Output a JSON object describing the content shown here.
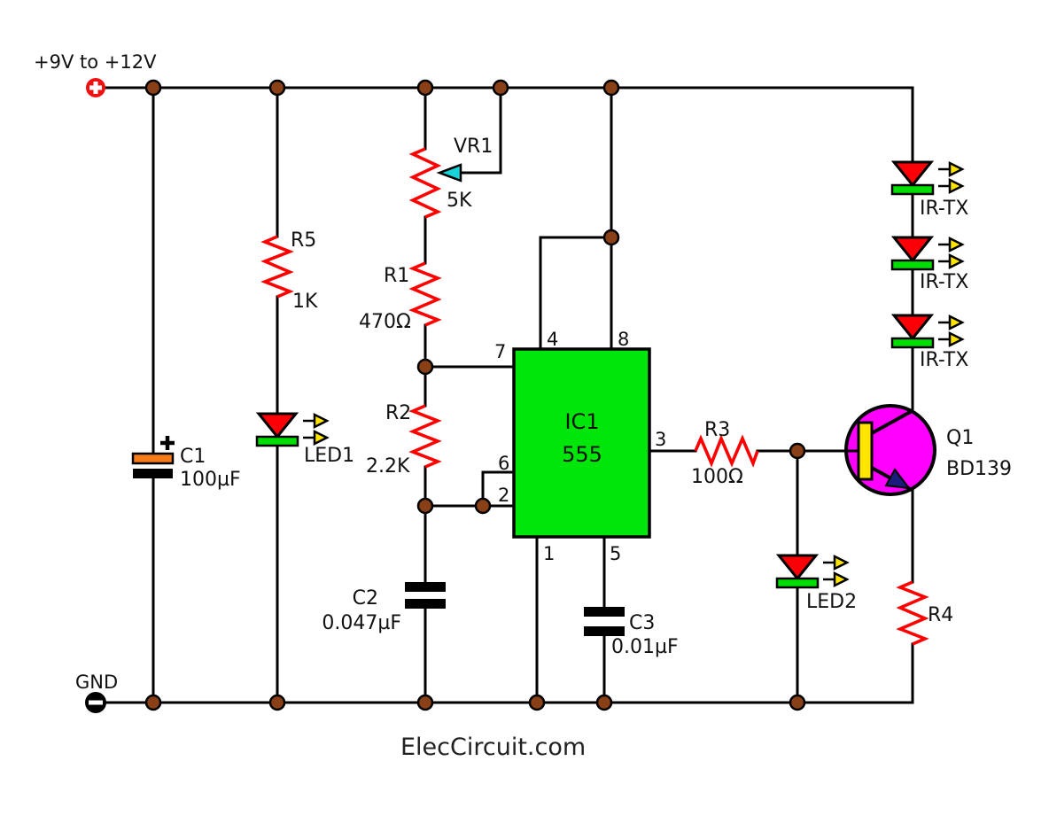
{
  "diagram": {
    "watermark": "ElecCircuit.com"
  },
  "power": {
    "positive_label": "+9V to +12V",
    "ground_label": "GND"
  },
  "ic1": {
    "ref": "IC1",
    "part": "555",
    "pins": {
      "1": "1",
      "2": "2",
      "3": "3",
      "4": "4",
      "5": "5",
      "6": "6",
      "7": "7",
      "8": "8"
    }
  },
  "components": {
    "vr1": {
      "ref": "VR1",
      "value": "5K"
    },
    "r1": {
      "ref": "R1",
      "value": "470Ω"
    },
    "r2": {
      "ref": "R2",
      "value": "2.2K"
    },
    "r3": {
      "ref": "R3",
      "value": "100Ω"
    },
    "r4": {
      "ref": "R4"
    },
    "r5": {
      "ref": "R5",
      "value": "1K"
    },
    "c1": {
      "ref": "C1",
      "value": "100µF"
    },
    "c2": {
      "ref": "C2",
      "value": "0.047µF"
    },
    "c3": {
      "ref": "C3",
      "value": "0.01µF"
    },
    "q1": {
      "ref": "Q1",
      "part": "BD139"
    },
    "led1": {
      "ref": "LED1"
    },
    "led2": {
      "ref": "LED2"
    },
    "ir_tx_labels": [
      "IR-TX",
      "IR-TX",
      "IR-TX"
    ]
  },
  "colors": {
    "wire": "#000000",
    "resistor": "#ff0000",
    "ic_fill": "#00e60a",
    "transistor_fill": "#ff00ff",
    "base_bar": "#ffe400",
    "led_body": "#fb0007",
    "led_bar": "#00dd00",
    "emission_arrow": "#ffe400",
    "wiper_arrow": "#18d4da",
    "junction": "#8a4017",
    "cap_plate": "#000000",
    "c1_positive_plate": "#f47a1a",
    "emitter_arrow": "#1b1b7e",
    "positive_terminal": "#ee1111",
    "ground_terminal": "#000000"
  }
}
